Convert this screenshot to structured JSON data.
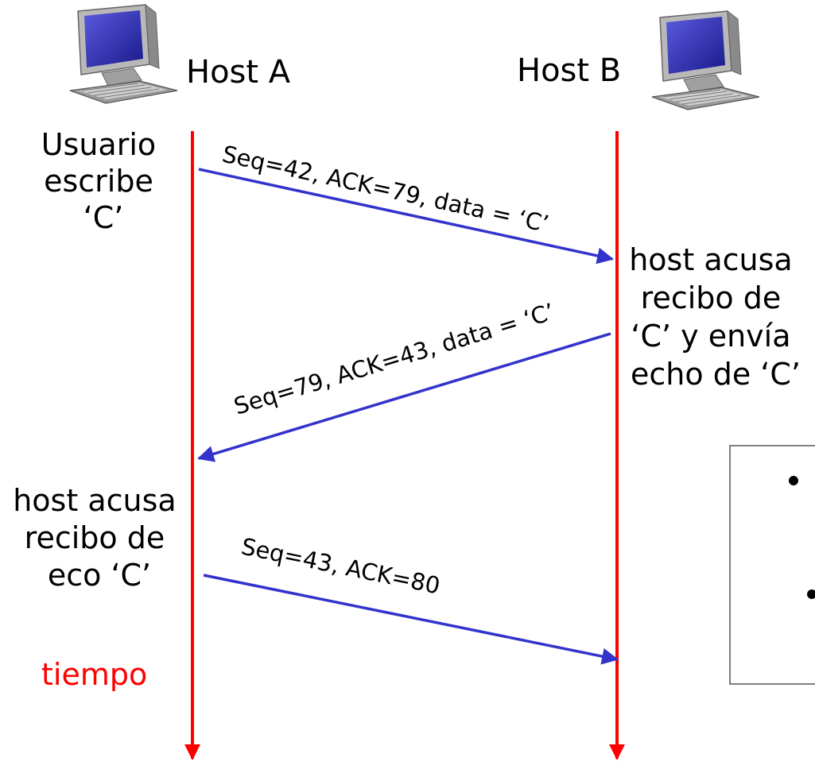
{
  "colors": {
    "timeline": "#ff0000",
    "message": "#3333cc",
    "text": "#000000",
    "time_label": "#ff0000"
  },
  "hosts": {
    "a": {
      "label": "Host A",
      "icon": "desktop-computer-icon"
    },
    "b": {
      "label": "Host B",
      "icon": "desktop-computer-icon"
    }
  },
  "notes": {
    "user_types": [
      "Usuario",
      "escribe",
      "‘C’"
    ],
    "b_ack": [
      "host acusa",
      "recibo de",
      "‘C’ y envía",
      "echo de ‘C’"
    ],
    "a_ack": [
      "host acusa",
      "recibo de",
      "eco ‘C’"
    ]
  },
  "messages": [
    {
      "text": "Seq=42, ACK=79, data = ‘C’",
      "direction": "A to B"
    },
    {
      "text": "Seq=79, ACK=43, data = ‘C’",
      "direction": "B to A"
    },
    {
      "text": "Seq=43, ACK=80",
      "direction": "A to B"
    }
  ],
  "time_label": "tiempo",
  "side_panel": {
    "bullets": 2
  }
}
